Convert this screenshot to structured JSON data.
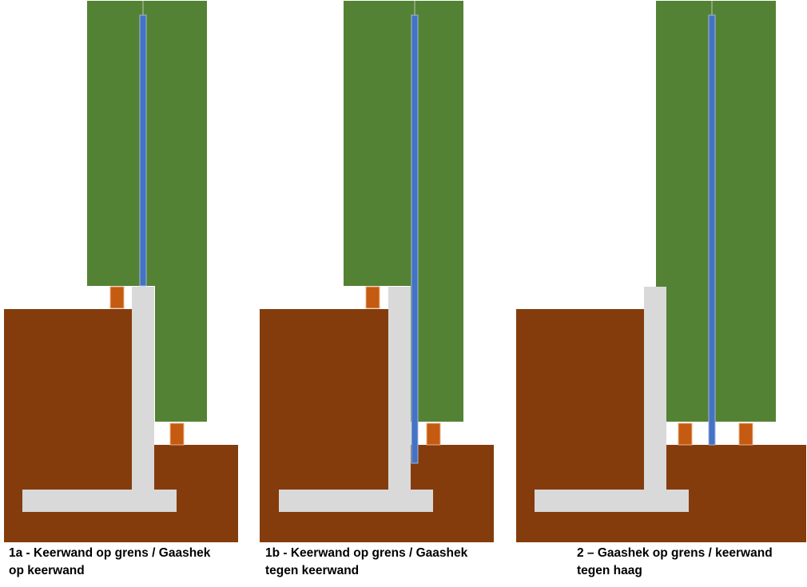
{
  "colors": {
    "soil": "#843c0c",
    "hedge": "#548235",
    "concrete": "#d9d9d9",
    "fence": "#4472c4",
    "post": "#c55a11",
    "background": "#ffffff"
  },
  "panels": [
    {
      "id": "1a",
      "caption_line1": "1a - Keerwand op grens / Gaashek",
      "caption_line2": "op keerwand"
    },
    {
      "id": "1b",
      "caption_line1": "1b - Keerwand op grens / Gaashek",
      "caption_line2": "tegen keerwand"
    },
    {
      "id": "2",
      "caption_line1": "2 – Gaashek op grens / keerwand",
      "caption_line2": "tegen haag"
    }
  ]
}
